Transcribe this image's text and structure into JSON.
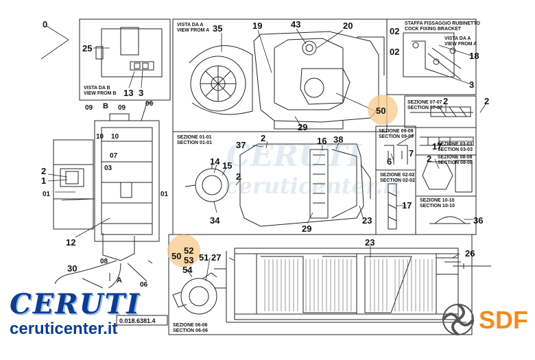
{
  "callouts": {
    "c0": "0",
    "c25": "25",
    "c13": "13",
    "c3a": "3",
    "c35": "35",
    "c19": "19",
    "c43": "43",
    "c20": "20",
    "c29a": "29",
    "c50a": "50",
    "c02a": "02",
    "c02b": "02",
    "c18": "18",
    "c3b": "3",
    "c2a": "2",
    "c2b": "2",
    "c7a": "7",
    "c17a": "17",
    "c6": "6",
    "c2c": "2",
    "c09a": "09",
    "c09b": "09",
    "cB": "B",
    "c06a": "06",
    "c10a": "10",
    "c10b": "10",
    "c07": "07",
    "c2d": "2",
    "c1": "1",
    "c03": "03",
    "c01a": "01",
    "c01b": "01",
    "c12": "12",
    "c08": "08",
    "c30": "30",
    "cA": "A",
    "c06b": "06",
    "c37": "37",
    "c2e": "2",
    "c16": "16",
    "c38": "38",
    "c14": "14",
    "c15": "15",
    "c2f": "2",
    "c34": "34",
    "c29b": "29",
    "c23a": "23",
    "c17b": "17",
    "c36": "36",
    "c50b": "50",
    "c52": "52",
    "c53": "53",
    "c51": "51",
    "c27": "27",
    "c54": "54",
    "c23b": "23",
    "c26": "26"
  },
  "labels": {
    "view_a_it": "VISTA DA A",
    "view_a_en": "VIEW FROM A",
    "view_b_it": "VISTA DA B",
    "view_b_en": "VIEW FROM B",
    "bracket_it": "STAFFA FISSAGGIO RUBINETTO",
    "bracket_en": "COCK FIXING BRACKET",
    "view_a2_it": "VISTA DA A",
    "view_a2_en": "VIEW FROM A",
    "s0707_it": "SEZIONE 07-07",
    "s0707_en": "SECTION 07-07",
    "s0909_it": "SEZIONE 09-09",
    "s0909_en": "SECTION 09-09",
    "s0303_it": "SEZIONE 03-03",
    "s0303_en": "SECTION 03-03",
    "s0808_it": "SEZIONE 08-08",
    "s0808_en": "SECTION 08-08",
    "s0101_it": "SEZIONE 01-01",
    "s0101_en": "SECTION 01-01",
    "s0202_it": "SEZIONE 02-02",
    "s0202_en": "SECTION 02-02",
    "s1010_it": "SEZIONE 10-10",
    "s1010_en": "SECTION 10-10",
    "s0606_it": "SEZIONE 06-06",
    "s0606_en": "SECTION 06-06",
    "part_number": "0.018.6381.4"
  },
  "watermark": {
    "line1": "CERUTI",
    "line2": "ceruticenter.it"
  },
  "brand": {
    "name": "CERUTI",
    "url": "ceruticenter.it",
    "sdf": "SDF"
  },
  "colors": {
    "highlight": "#f7c98a",
    "brand_blue": "#0b3d91",
    "sdf_orange": "#f28c1c",
    "line": "#222222"
  }
}
